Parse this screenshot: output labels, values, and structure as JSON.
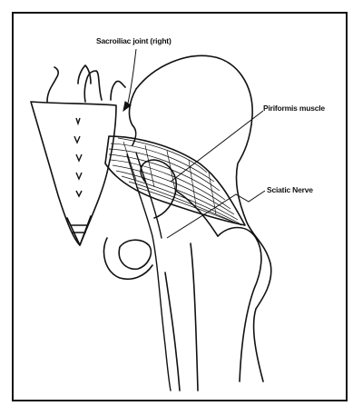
{
  "labels": {
    "sacroiliac": "Sacroiliac joint (right)",
    "piriformis": "Piriformis muscle",
    "sciatic": "Sciatic Nerve"
  },
  "colors": {
    "ink": "#111111",
    "paper": "#ffffff"
  }
}
